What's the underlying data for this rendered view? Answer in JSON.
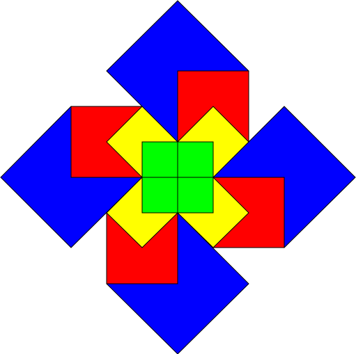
{
  "figure": {
    "layers": [
      {
        "name": "blue-outer-square",
        "color": "#0000ff",
        "count": 4
      },
      {
        "name": "red-square",
        "color": "#ff0000",
        "count": 4
      },
      {
        "name": "yellow-diamond",
        "color": "#ffff00",
        "count": 4
      },
      {
        "name": "green-center-cell",
        "color": "#00ff00",
        "count": 4
      }
    ]
  }
}
